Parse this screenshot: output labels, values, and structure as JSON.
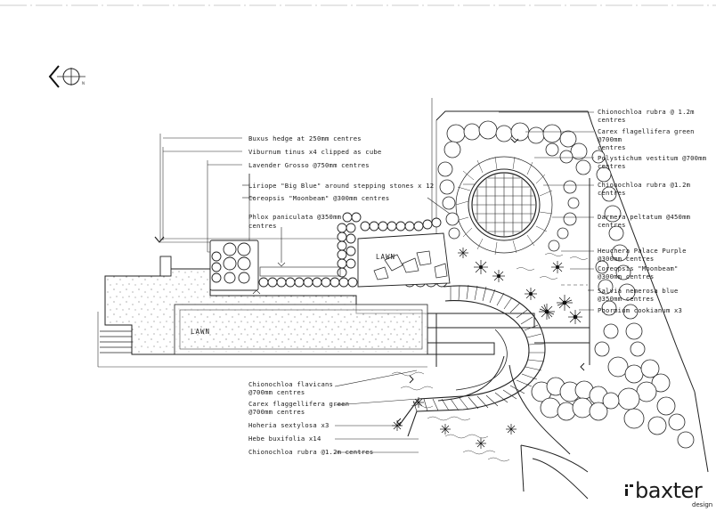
{
  "drawing": {
    "north_label": "N",
    "lawn_labels": [
      "LAWN",
      "LAWN"
    ],
    "labels_top_left": [
      "Buxus hedge at 250mm centres",
      "Viburnum tinus x4 clipped as cube",
      "Lavender Grosso @750mm centres",
      "Liriope \"Big Blue\" around stepping stones x 12",
      "Coreopsis \"Moonbeam\" @300mm centres",
      "Phlox paniculata @350mm",
      "centres"
    ],
    "labels_right": [
      "Chionochloa rubra @ 1.2m",
      "centres",
      "Carex flagellifera green",
      "@700mm",
      "centres",
      "Polystichum vestitum @700mm",
      "centres",
      "Chionochloa rubra @1.2m",
      "centres",
      "Darmera peltatum @450mm",
      "centres",
      "Heuchera Palace Purple",
      "@300mm centres",
      "Coreopsis \"Moonbeam\"",
      "@300mm centres",
      "Salvia nemerosa blue",
      "@350mm centres",
      "Phormium cookianum x3"
    ],
    "labels_bottom": [
      "Chionochloa flavicans",
      "@700mm centres",
      "Carex flaggellifera green",
      "@700mm centres",
      "Hoheria sextylosa x3",
      "Hebe buxifolia x14",
      "Chionochloa rubra @1.2m centres"
    ]
  },
  "logo": {
    "name": "baxter",
    "sub": "design"
  }
}
